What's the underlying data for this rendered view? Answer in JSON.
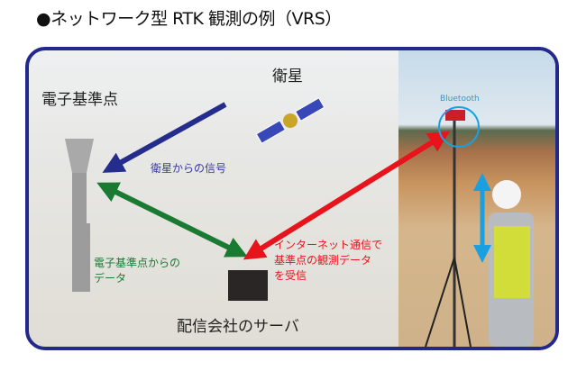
{
  "title": "●ネットワーク型 RTK 観測の例（VRS）",
  "labels": {
    "satellite": "衛星",
    "reference_station": "電子基準点",
    "satellite_signal": "衛星からの信号",
    "reference_data_line1": "電子基準点からの",
    "reference_data_line2": "データ",
    "internet_line1": "インターネット通信で",
    "internet_line2": "基準点の観測データ",
    "internet_line3": "を受信",
    "server": "配信会社のサーバ",
    "bluetooth": "Bluetooth"
  },
  "colors": {
    "frame": "#23298a",
    "satellite_arrow": "#242c8c",
    "reference_arrow": "#1a7a32",
    "internet_arrow": "#e8141c",
    "bluetooth": "#1aa0e0"
  }
}
